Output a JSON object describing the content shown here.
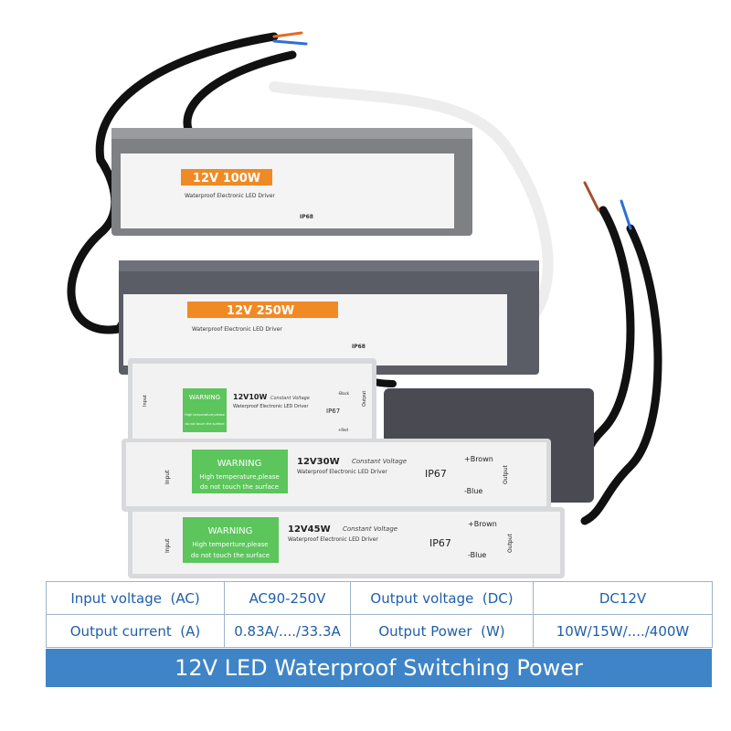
{
  "drivers": [
    {
      "title": "12V 100W",
      "subtitle": "Waterproof Electronic LED Driver",
      "cert": "IP68"
    },
    {
      "title": "12V 250W",
      "subtitle": "Waterproof Electronic LED Driver",
      "cert": "IP68"
    },
    {
      "title": "12V10W",
      "script": "Constant Voltage",
      "subtitle": "Waterproof Electronic LED Driver",
      "cert": "IP67",
      "warning": "WARNING",
      "warn1": "High temperature,please",
      "warn2": "do not touch the surface",
      "wire_pos": "+Red",
      "wire_neg": "-Black",
      "side_in": "Input",
      "side_out": "Output"
    },
    {
      "title": "12V30W",
      "script": "Constant Voltage",
      "subtitle": "Waterproof Electronic LED Driver",
      "cert": "IP67",
      "warning": "WARNING",
      "warn1": "High temperature,please",
      "warn2": "do not touch the surface",
      "wire_pos": "+Brown",
      "wire_neg": "-Blue",
      "side_in": "Input",
      "side_out": "Output"
    },
    {
      "title": "12V45W",
      "script": "Constant Voltage",
      "subtitle": "Waterproof Electronic LED Driver",
      "cert": "IP67",
      "warning": "WARNING",
      "warn1": "High temperture,please",
      "warn2": "do not touch the surface",
      "wire_pos": "+Brown",
      "wire_neg": "-Blue",
      "side_in": "Input",
      "side_out": "Output"
    }
  ],
  "specs": {
    "rows": [
      [
        "Input voltage  (AC)",
        "AC90-250V",
        "Output voltage  (DC)",
        "DC12V"
      ],
      [
        "Output current  (A)",
        "0.83A/..../33.3A",
        "Output Power  (W)",
        "10W/15W/..../400W"
      ]
    ]
  },
  "banner": "12V LED Waterproof Switching Power",
  "colors": {
    "accent": "#3f84c6",
    "table_text": "#1f5fa8",
    "table_border": "#9fb3c8",
    "orange_label": "#f08a24",
    "warning_green": "#5cc55c"
  }
}
